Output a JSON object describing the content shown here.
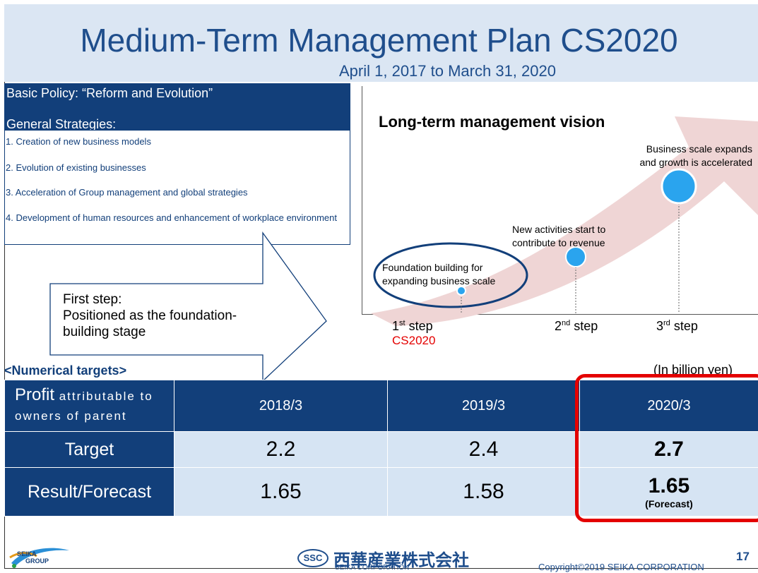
{
  "header": {
    "title": "Medium-Term Management Plan CS2020",
    "subtitle": "April 1, 2017 to March 31, 2020"
  },
  "policy": {
    "basic": "Basic Policy: “Reform and Evolution”",
    "general_heading": "General Strategies:",
    "strategies": [
      "1. Creation of new business models",
      "2. Evolution of existing businesses",
      "3. Acceleration of Group management and global strategies",
      "4. Development of human resources and enhancement of workplace environment"
    ]
  },
  "arrow_callout": {
    "line1": "First step:",
    "line2": "Positioned as the foundation-",
    "line3": "building stage"
  },
  "vision": {
    "title": "Long-term management vision",
    "stage1_l1": "Foundation building for",
    "stage1_l2": "expanding business scale",
    "stage2_l1": "New activities start to",
    "stage2_l2": "contribute to revenue",
    "stage3_l1": "Business scale expands",
    "stage3_l2": "and growth is accelerated",
    "step1_num": "1",
    "step1_sup": "st",
    "step1_word": "step",
    "step1_tag": "CS2020",
    "step2_num": "2",
    "step2_sup": "nd",
    "step2_word": "step",
    "step3_num": "3",
    "step3_sup": "rd",
    "step3_word": "step",
    "colors": {
      "arrow": "#efd5d5",
      "circle": "#2aa4ee",
      "accent_red": "#e40000"
    }
  },
  "targets": {
    "heading": "<Numerical targets>",
    "unit": "(In billion yen)",
    "header_main": "Profit",
    "header_small1": "attributable to",
    "header_small2": "owners of parent",
    "years": [
      "2018/3",
      "2019/3",
      "2020/3"
    ],
    "target_label": "Target",
    "target_values": [
      "2.2",
      "2.4",
      "2.7"
    ],
    "result_label": "Result/Forecast",
    "result_values": [
      "1.65",
      "1.58",
      "1.65"
    ],
    "forecast_note": "(Forecast)"
  },
  "footer": {
    "logo_text1": "SEIKA",
    "logo_text2": "GROUP",
    "ssc": "SSC",
    "corp_jp": "西華産業株式会社",
    "corp_en": "SEIKA CORPORATION",
    "copyright": "Copyright©2019 SEIKA CORPORATION",
    "page": "17"
  }
}
